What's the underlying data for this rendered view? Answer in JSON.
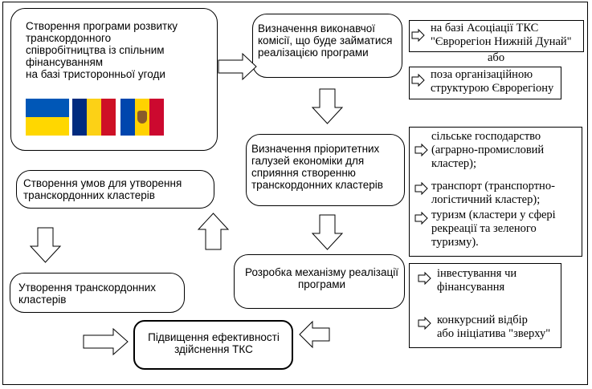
{
  "boxes": {
    "program": "Створення програми розвитку\nтранскордонного\nспівробітництва із спільним\nфінансуванням\nна базі тристоронньої угоди",
    "commission": "Визначення виконавчої\nкомісії, що буде займатися\nреалізацією програми",
    "branches": "Визначення пріоритетних\nгалузей економіки для\nсприяння створенню\nтранскордонних кластерів",
    "mechanism": "Розробка механізму реалізації\nпрограми",
    "conditions": "Створення умов для утворення\nтранскордонних кластерів",
    "formation": "Утворення транскордонних\nкластерів",
    "efficiency": "Підвищення ефективності\nздійснення ТКС"
  },
  "commission_options": {
    "opt1": "на базі Асоціації ТКС\n\"Єврорегіон Нижній Дунай\"",
    "or": "або",
    "opt2": "поза організаційною\nструктурою Єврорегіону"
  },
  "branch_options": {
    "opt1": "сільське господарство\n(аграрно-промисловий\nкластер);",
    "opt2": "транспорт (транспортно-\nлогістичний кластер);",
    "opt3": "туризм (кластери у сфері\nрекреації та зеленого\nтуризму)."
  },
  "mechanism_options": {
    "opt1": "інвестування чи\nфінансування",
    "opt2": "конкурсний відбір\nабо ініціатива \"зверху\""
  },
  "flags": [
    {
      "name": "Ukraine",
      "colors": [
        "#0057B7",
        "#FFD700"
      ]
    },
    {
      "name": "Romania",
      "colors": [
        "#002B7F",
        "#FCD116",
        "#CE1126"
      ]
    },
    {
      "name": "Moldova",
      "colors": [
        "#0046AE",
        "#FFD200",
        "#CC092F"
      ],
      "emblem_color": "#8A5A2B"
    }
  ]
}
